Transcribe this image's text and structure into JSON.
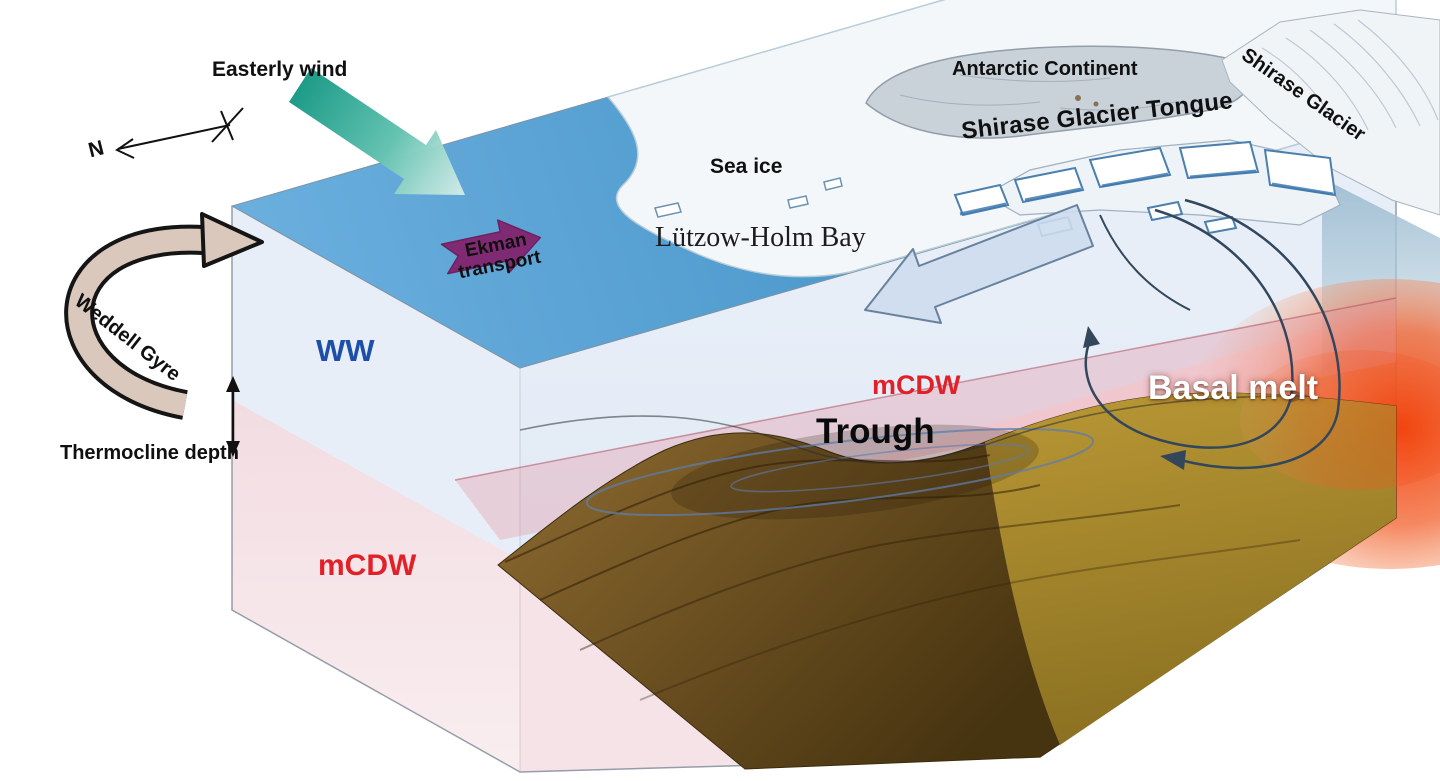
{
  "diagram": {
    "labels": {
      "easterly_wind": "Easterly wind",
      "ekman_transport": "Ekman transport",
      "sea_ice": "Sea ice",
      "antarctic_continent": "Antarctic Continent",
      "shirase_glacier": "Shirase Glacier",
      "shirase_glacier_tongue": "Shirase Glacier Tongue",
      "lutzow_holm_bay": "Lützow-Holm Bay",
      "weddell_gyre": "Weddell Gyre",
      "winter_water": "WW",
      "thermocline_depth": "Thermocline depth",
      "mcdw_left": "mCDW",
      "mcdw_trough": "mCDW",
      "trough": "Trough",
      "basal_melt": "Basal melt",
      "compass_north": "N"
    },
    "colors": {
      "ocean_surface": "#4f9ed2",
      "sea_ice": "#f3f7fa",
      "winter_water_layer": "#e7eef8",
      "mcdw_layer": "#f6e3e8",
      "seafloor_dark": "#5e431a",
      "seafloor_olive": "#a8892b",
      "basal_melt_warm": "#f1511d",
      "wind_arrow": "#2aa08d",
      "ekman_arrow": "#b43487",
      "ww_text": "#1d4fa8",
      "mcdw_text": "#e02128"
    }
  }
}
